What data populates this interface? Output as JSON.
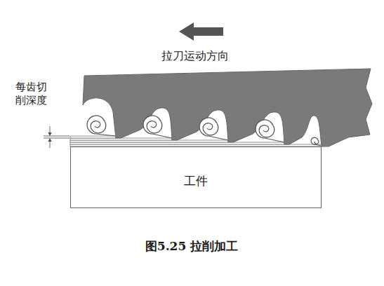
{
  "diagram": {
    "caption": "图5.25 拉削加工",
    "nodes": [
      {
        "text": [
          "工件"
        ]
      }
    ],
    "labels": [
      "拉刀运动方向",
      "每齿切削深度"
    ]
  }
}
